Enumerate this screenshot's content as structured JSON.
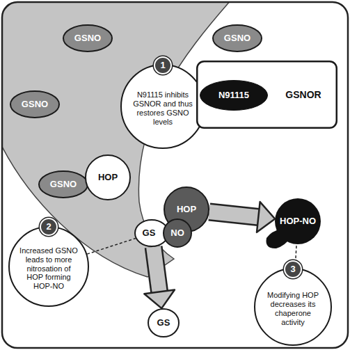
{
  "diagram": {
    "nodes": [
      {
        "text": [
          "GSNO"
        ]
      },
      {
        "text": [
          "GSNO"
        ]
      },
      {
        "text": [
          "N91115 inhibits GSNOR and thus restores GSNO levels"
        ]
      },
      {
        "text": [
          "GSNOR"
        ]
      },
      {
        "text": [
          "N91115"
        ]
      },
      {
        "text": [
          "GSNO"
        ]
      },
      {
        "text": [
          "GSNO"
        ]
      },
      {
        "text": [
          "HOP"
        ]
      },
      {
        "text": [
          "HOP-NO"
        ]
      },
      {
        "text": [
          "HOP"
        ]
      },
      {
        "text": [
          "GS"
        ]
      },
      {
        "text": [
          "NO"
        ]
      },
      {
        "text": [
          "Increased GSNO leads to more nitrosation of HOP forming HOP-NO"
        ]
      },
      {
        "text": [
          "Modifying HOP decreases its chaperone activity"
        ]
      },
      {
        "text": [
          "GS"
        ]
      }
    ],
    "edges": [
      {
        "from": 2,
        "to": 4,
        "arrow": "none"
      },
      {
        "from": 12,
        "to": 10,
        "arrow": "none"
      },
      {
        "from": 13,
        "to": 8,
        "arrow": "none"
      },
      {
        "from": 9,
        "to": 8,
        "arrow": "to"
      },
      {
        "from": 10,
        "to": 14,
        "arrow": "to"
      }
    ],
    "labels": [
      "1",
      "2",
      "3"
    ]
  }
}
